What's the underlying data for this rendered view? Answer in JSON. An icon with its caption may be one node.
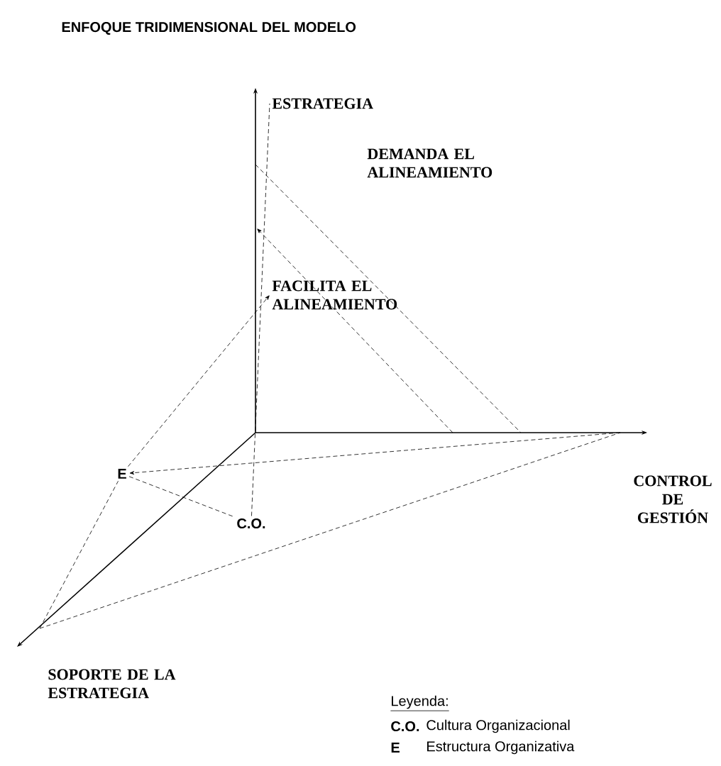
{
  "diagram": {
    "title": "ENFOQUE TRIDIMENSIONAL DEL MODELO",
    "nodes": [
      {
        "text": [
          "ESTRATEGIA"
        ]
      },
      {
        "text": [
          "DEMANDA EL ALINEAMIENTO"
        ]
      },
      {
        "text": [
          "FACILITA EL ALINEAMIENTO"
        ]
      },
      {
        "text": [
          "CONTROL DE GESTIÓN"
        ]
      },
      {
        "text": [
          "SOPORTE DE LA ESTRATEGIA"
        ]
      },
      {
        "text": [
          "E"
        ]
      },
      {
        "text": [
          "C.O."
        ]
      }
    ],
    "edges": [
      {
        "from": null,
        "to": 5,
        "arrow": "to",
        "style": "dashed"
      },
      {
        "from": 5,
        "to": 6,
        "arrow": "none",
        "style": "dashed"
      },
      {
        "from": 6,
        "to": 0,
        "arrow": "none",
        "style": "dashed"
      },
      {
        "from": 5,
        "to": 2,
        "arrow": "to",
        "style": "dashed"
      },
      {
        "from": null,
        "to": 5,
        "arrow": "none",
        "style": "dashed"
      }
    ],
    "labels": [
      "Leyenda:",
      "C.O.",
      "Cultura Organizacional",
      "E",
      "Estructura Organizativa"
    ]
  }
}
